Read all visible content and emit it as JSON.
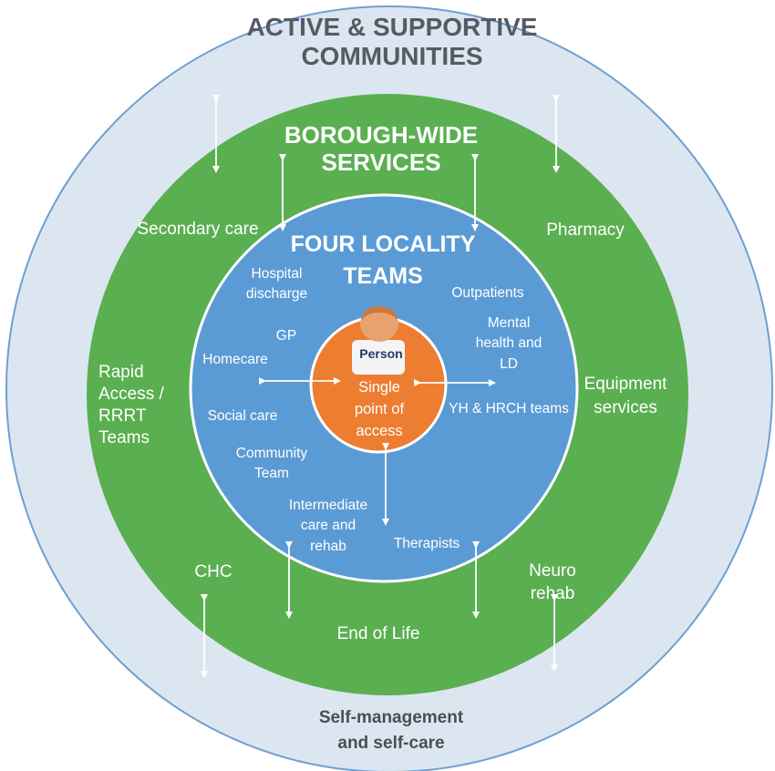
{
  "colors": {
    "outer_ring": "#dce6f1",
    "outer_border": "#6f9fd2",
    "green_ring": "#5aaf50",
    "blue_ring": "#5b9bd5",
    "center": "#ed7d31",
    "white": "#ffffff"
  },
  "outer": {
    "title": "ACTIVE & SUPPORTIVE\nCOMMUNITIES",
    "bottom_label": "Self-management\nand self-care"
  },
  "borough": {
    "title": "BOROUGH-WIDE\nSERVICES",
    "secondary_care": "Secondary care",
    "pharmacy": "Pharmacy",
    "rapid_access": "Rapid\nAccess /\nRRRT\nTeams",
    "equipment": "Equipment\nservices",
    "chc": "CHC",
    "neuro_rehab": "Neuro\nrehab",
    "end_of_life": "End of Life"
  },
  "locality": {
    "title": "FOUR LOCALITY\nTEAMS",
    "hospital_discharge": "Hospital\ndischarge",
    "outpatients": "Outpatients",
    "gp": "GP",
    "mental_health": "Mental\nhealth and\nLD",
    "homecare": "Homecare",
    "yh_hrch": "YH & HRCH teams",
    "social_care": "Social care",
    "community_team": "Community\nTeam",
    "intermediate_care": "Intermediate\ncare and\nrehab",
    "therapists": "Therapists"
  },
  "center": {
    "person": "Person",
    "single_point": "Single\npoint of\naccess",
    "person_icon": "person-icon"
  }
}
